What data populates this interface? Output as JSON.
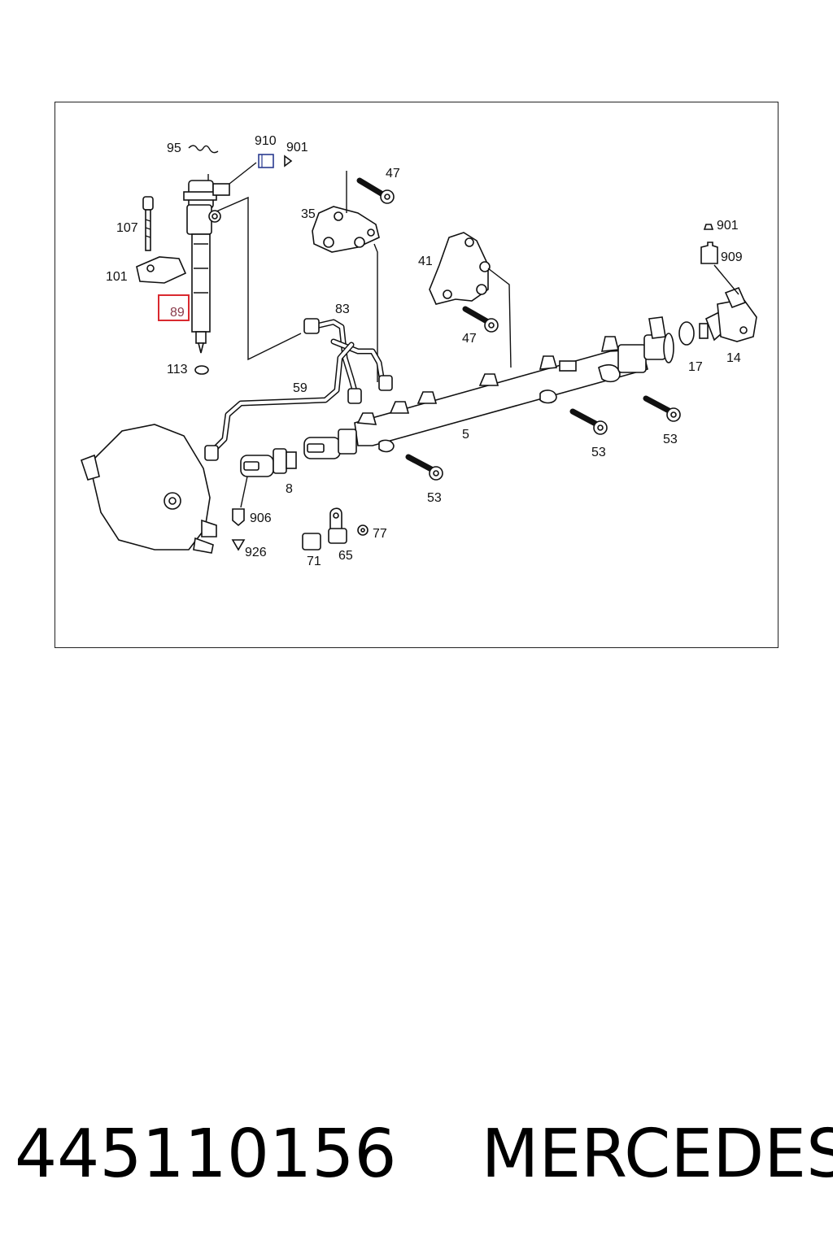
{
  "diagram": {
    "callouts": {
      "c95": "95",
      "c910": "910",
      "c901a": "901",
      "c47a": "47",
      "c35": "35",
      "c107": "107",
      "c101": "101",
      "c89": "89",
      "c113": "113",
      "c83": "83",
      "c41": "41",
      "c47b": "47",
      "c901b": "901",
      "c909": "909",
      "c59": "59",
      "c17": "17",
      "c14": "14",
      "c5": "5",
      "c53a": "53",
      "c53b": "53",
      "c53c": "53",
      "c8": "8",
      "c906": "906",
      "c926": "926",
      "c77": "77",
      "c71": "71",
      "c65": "65"
    },
    "highlight_color": "#d9292f"
  },
  "footer": {
    "part_number": "445110156",
    "brand": "MERCEDES"
  }
}
